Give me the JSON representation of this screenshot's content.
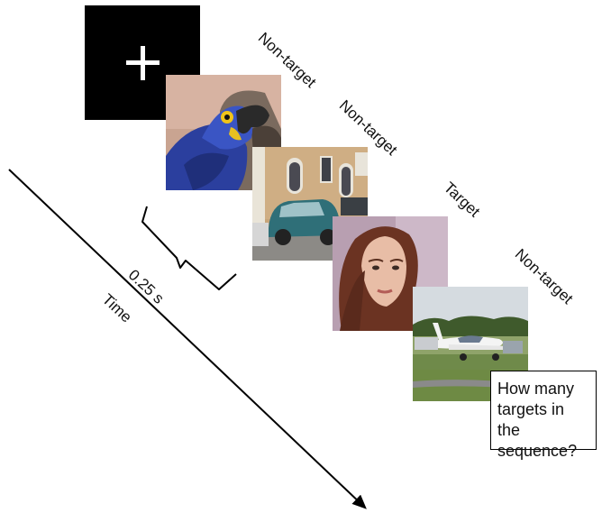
{
  "stimuli": [
    {
      "label": "",
      "image": "fixation-cross"
    },
    {
      "label": "Non-target",
      "image": "blue-macaw-parrot-photo"
    },
    {
      "label": "Non-target",
      "image": "street-with-green-car-photo"
    },
    {
      "label": "Target",
      "image": "woman-face-portrait-photo"
    },
    {
      "label": "Non-target",
      "image": "small-white-airplane-photo"
    }
  ],
  "duration_label": "0.25 s",
  "time_axis_label": "Time",
  "question": "How many targets in the sequence?"
}
